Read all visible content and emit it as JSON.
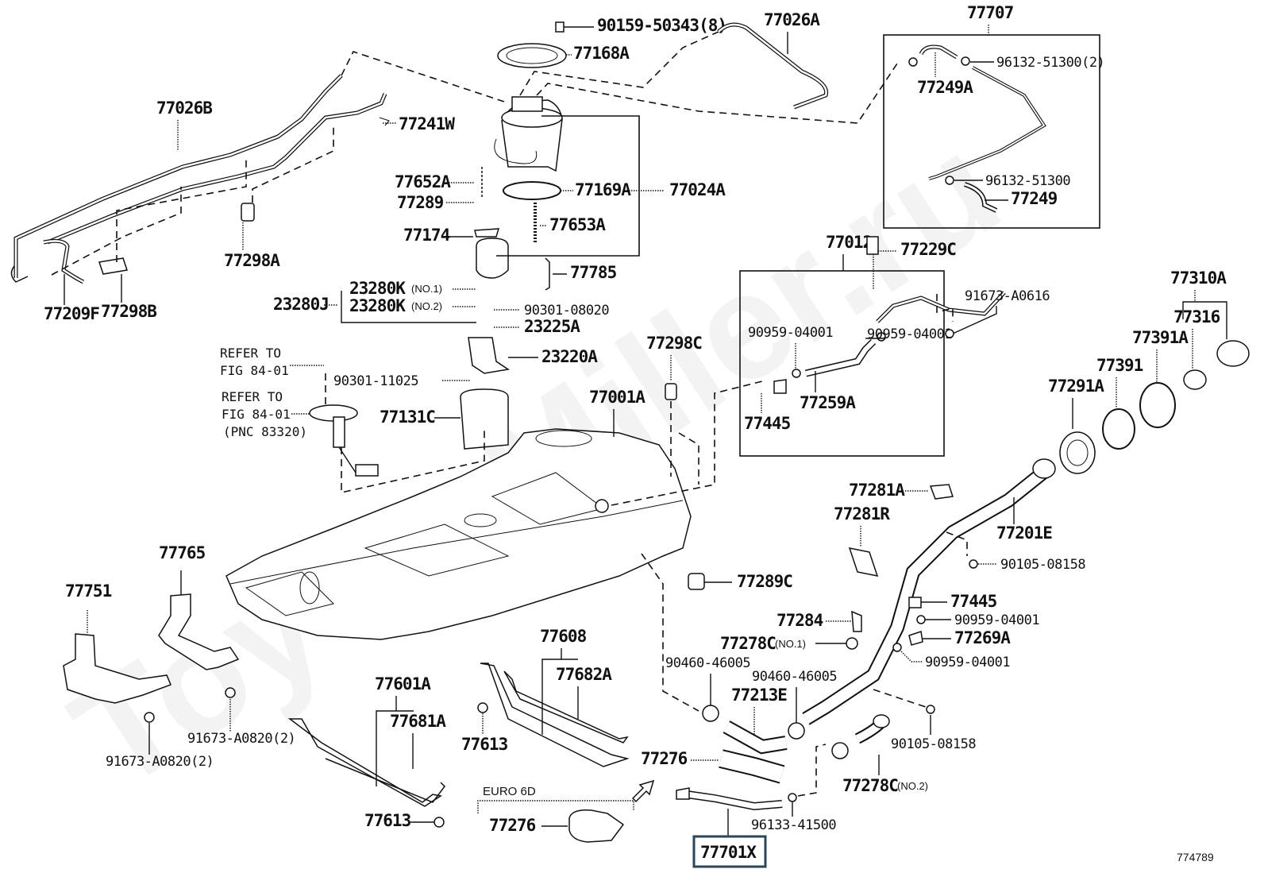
{
  "watermark": "ToyotaMiller.ru",
  "figure_number": "774789",
  "highlighted_part": "77701X",
  "labels": {
    "p77026B": "77026B",
    "p77241W": "77241W",
    "p77298A": "77298A",
    "p77209F": "77209F",
    "p77298B": "77298B",
    "p90159": "90159-50343(8)",
    "p77168A": "77168A",
    "p77026A": "77026A",
    "p77652A": "77652A",
    "p77289": "77289",
    "p77169A": "77169A",
    "p77024A": "77024A",
    "p77653A": "77653A",
    "p77174": "77174",
    "p77785": "77785",
    "p23280J": "23280J",
    "p23280K1": "23280K",
    "p23280K1_note": "(NO.1)",
    "p23280K2": "23280K",
    "p23280K2_note": "(NO.2)",
    "p90301_08020": "90301-08020",
    "p23225A": "23225A",
    "p23220A": "23220A",
    "p90301_11025": "90301-11025",
    "ref1_line1": "REFER TO",
    "ref1_line2": "FIG 84-01",
    "ref2_line1": "REFER TO",
    "ref2_line2": "FIG 84-01",
    "ref2_line3": "(PNC 83320)",
    "p77131C": "77131C",
    "p77001A": "77001A",
    "p77298C": "77298C",
    "p77707": "77707",
    "p77249A": "77249A",
    "p96132_2": "96132-51300(2)",
    "p96132": "96132-51300",
    "p77249": "77249",
    "p77012": "77012",
    "p77229C": "77229C",
    "p90959_a": "90959-04001",
    "p90959_b": "90959-04001",
    "p77445_box": "77445",
    "p77259A": "77259A",
    "p91673_A0616": "91673-A0616",
    "p77310A": "77310A",
    "p77316": "77316",
    "p77391A": "77391A",
    "p77391": "77391",
    "p77291A": "77291A",
    "p77281A": "77281A",
    "p77281R": "77281R",
    "p77201E": "77201E",
    "p90105_a": "90105-08158",
    "p77445": "77445",
    "p90959_c": "90959-04001",
    "p77269A": "77269A",
    "p90959_d": "90959-04001",
    "p90105_b": "90105-08158",
    "p77289C": "77289C",
    "p77284": "77284",
    "p77278C1": "77278C",
    "p77278C1_note": "(NO.1)",
    "p90460_a": "90460-46005",
    "p90460_b": "90460-46005",
    "p77213E": "77213E",
    "p77276": "77276",
    "p77278C2": "77278C",
    "p77278C2_note": "(NO.2)",
    "p96133": "96133-41500",
    "p77701X": "77701X",
    "p77608": "77608",
    "p77682A": "77682A",
    "p77613_a": "77613",
    "p77601A": "77601A",
    "p77681A": "77681A",
    "p77613_b": "77613",
    "euro": "EURO 6D",
    "p77276_euro": "77276",
    "p77765": "77765",
    "p77751": "77751",
    "p91673_a": "91673-A0820(2)",
    "p91673_b": "91673-A0820(2)"
  }
}
